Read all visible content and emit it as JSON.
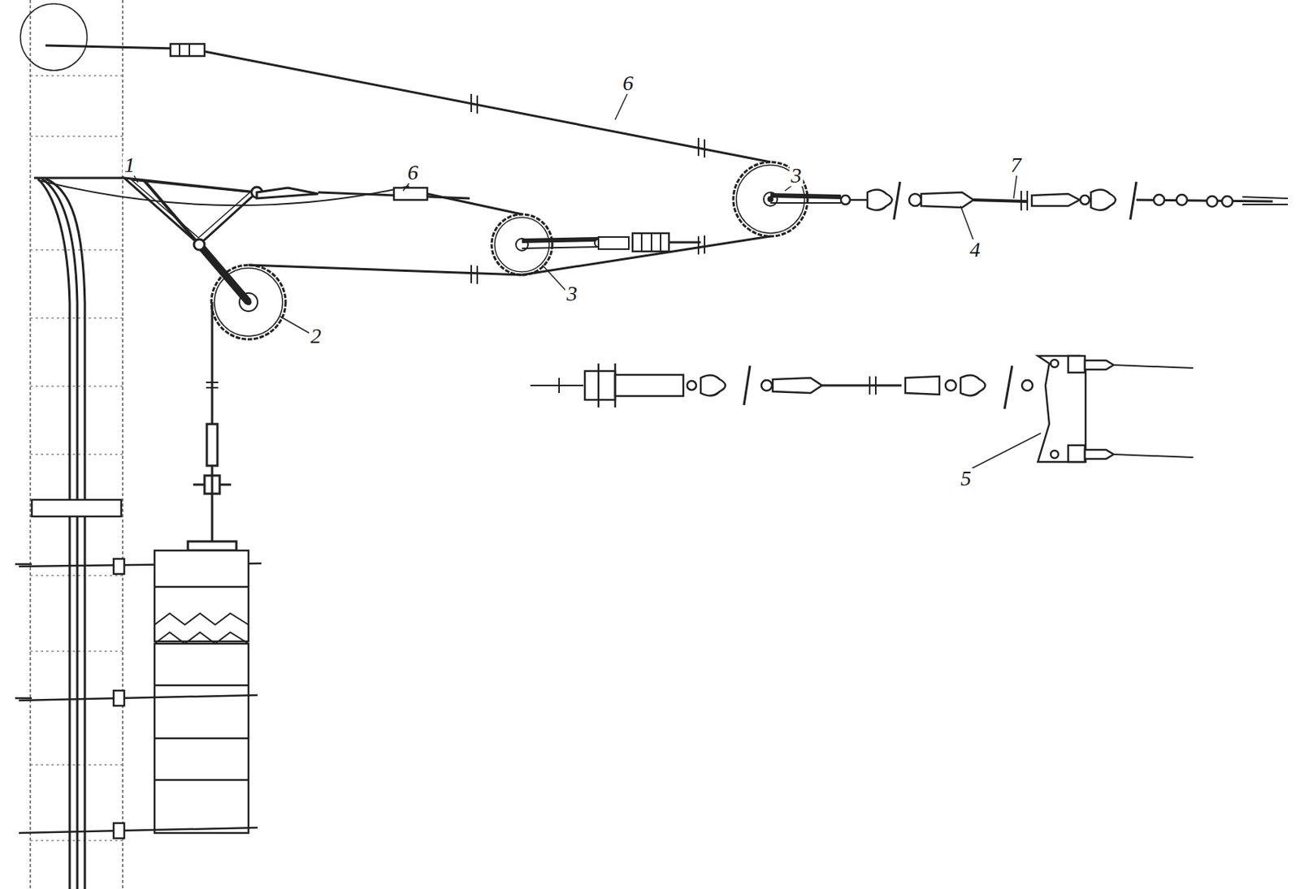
{
  "diagram": {
    "labels": [
      "6",
      "1",
      "6",
      "3",
      "7",
      "2",
      "3",
      "4",
      "5"
    ]
  }
}
